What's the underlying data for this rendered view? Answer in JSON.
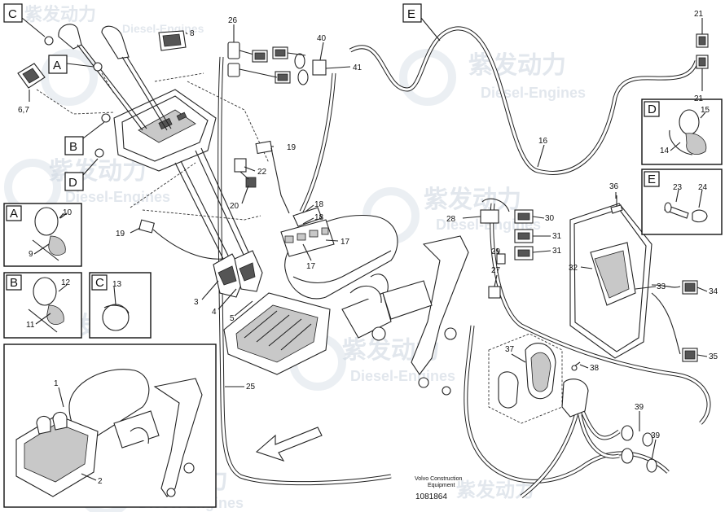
{
  "watermark": {
    "text_cn": "紫发动力",
    "text_en": "Diesel-Engines"
  },
  "footer": {
    "line1": "Volvo Construction",
    "line2": "Equipment",
    "doc_number": "1081864"
  },
  "letters": {
    "A": "A",
    "B": "B",
    "C": "C",
    "D": "D",
    "E": "E"
  },
  "labels": {
    "n1": "1",
    "n2": "2",
    "n3": "3",
    "n4": "4",
    "n5": "5",
    "n67": "6,7",
    "n8": "8",
    "n9": "9",
    "n10": "10",
    "n11": "11",
    "n12": "12",
    "n13": "13",
    "n14": "14",
    "n15": "15",
    "n16": "16",
    "n17a": "17",
    "n17b": "17",
    "n18a": "18",
    "n18b": "18",
    "n19a": "19",
    "n19b": "19",
    "n20": "20",
    "n21a": "21",
    "n21b": "21",
    "n22": "22",
    "n23": "23",
    "n24": "24",
    "n25": "25",
    "n26": "26",
    "n27": "27",
    "n28": "28",
    "n29": "29",
    "n30": "30",
    "n31a": "31",
    "n31b": "31",
    "n32": "32",
    "n33": "33",
    "n34": "34",
    "n35": "35",
    "n36": "36",
    "n37": "37",
    "n38": "38",
    "n39a": "39",
    "n39b": "39",
    "n40": "40",
    "n41": "41"
  }
}
